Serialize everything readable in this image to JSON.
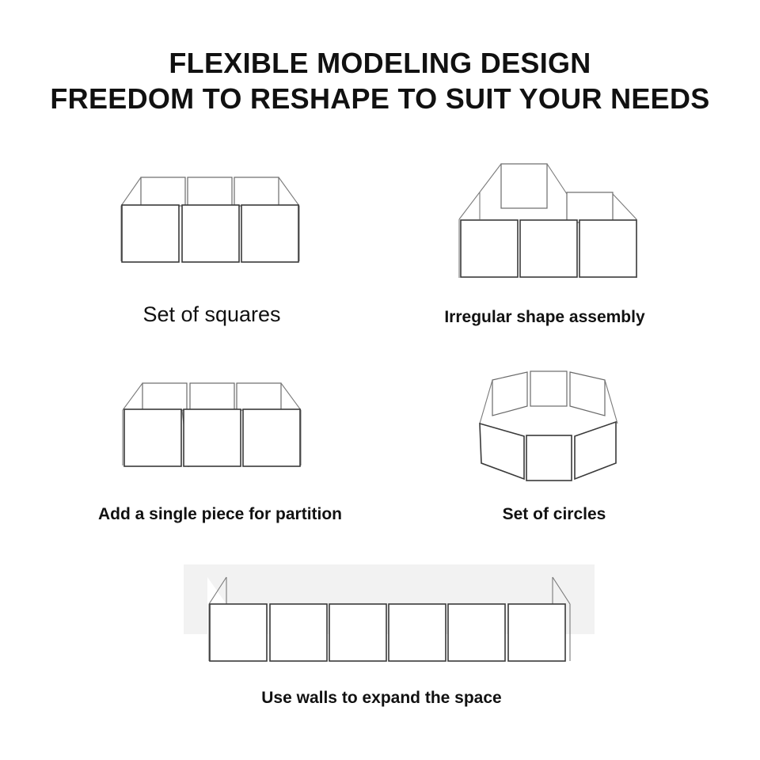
{
  "header": {
    "line1": "FLEXIBLE MODELING DESIGN",
    "line2": "FREEDOM TO RESHAPE TO SUIT YOUR NEEDS"
  },
  "layouts": [
    {
      "caption": "Set of squares",
      "icon": "square-fence-icon"
    },
    {
      "caption": "Irregular shape assembly",
      "icon": "irregular-fence-icon"
    },
    {
      "caption": "Add a single piece for partition",
      "icon": "partition-fence-icon"
    },
    {
      "caption": "Set of circles",
      "icon": "circle-fence-icon"
    },
    {
      "caption": "Use walls to expand the space",
      "icon": "wall-fence-icon"
    }
  ]
}
